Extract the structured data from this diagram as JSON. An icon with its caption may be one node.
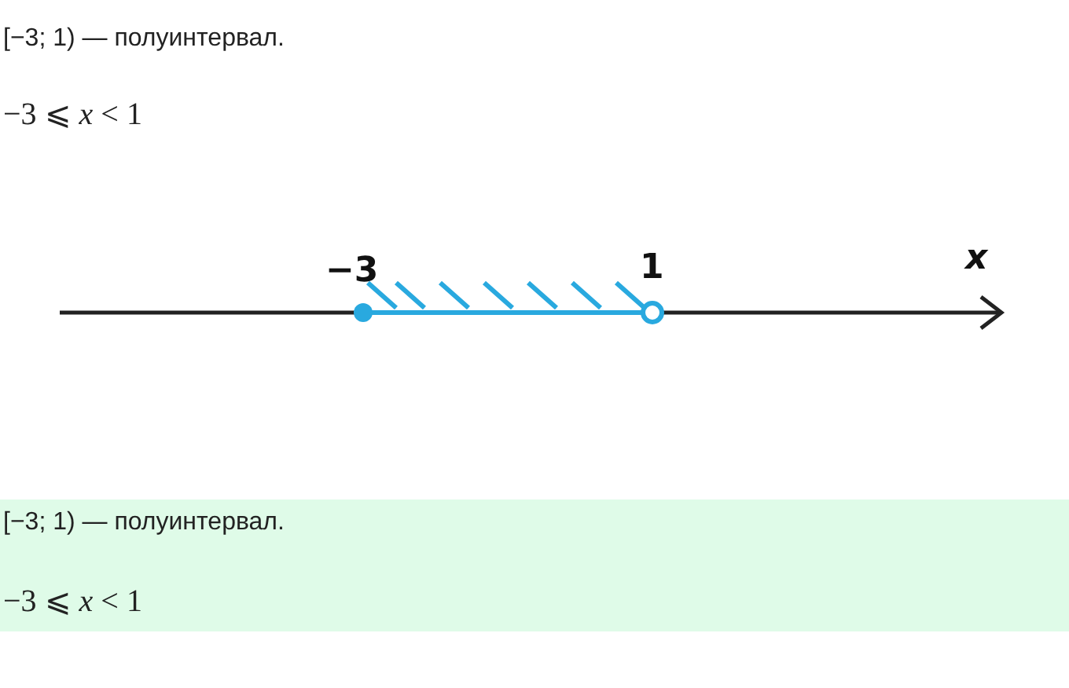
{
  "diagram": {
    "labels": [
      "[−3; 1) — полуинтервал.",
      "−3 ⩽ *x* < 1",
      "−3",
      "1",
      "x",
      "[−3; 1) — полуинтервал.",
      "−3 ⩽ *x* < 1"
    ]
  }
}
